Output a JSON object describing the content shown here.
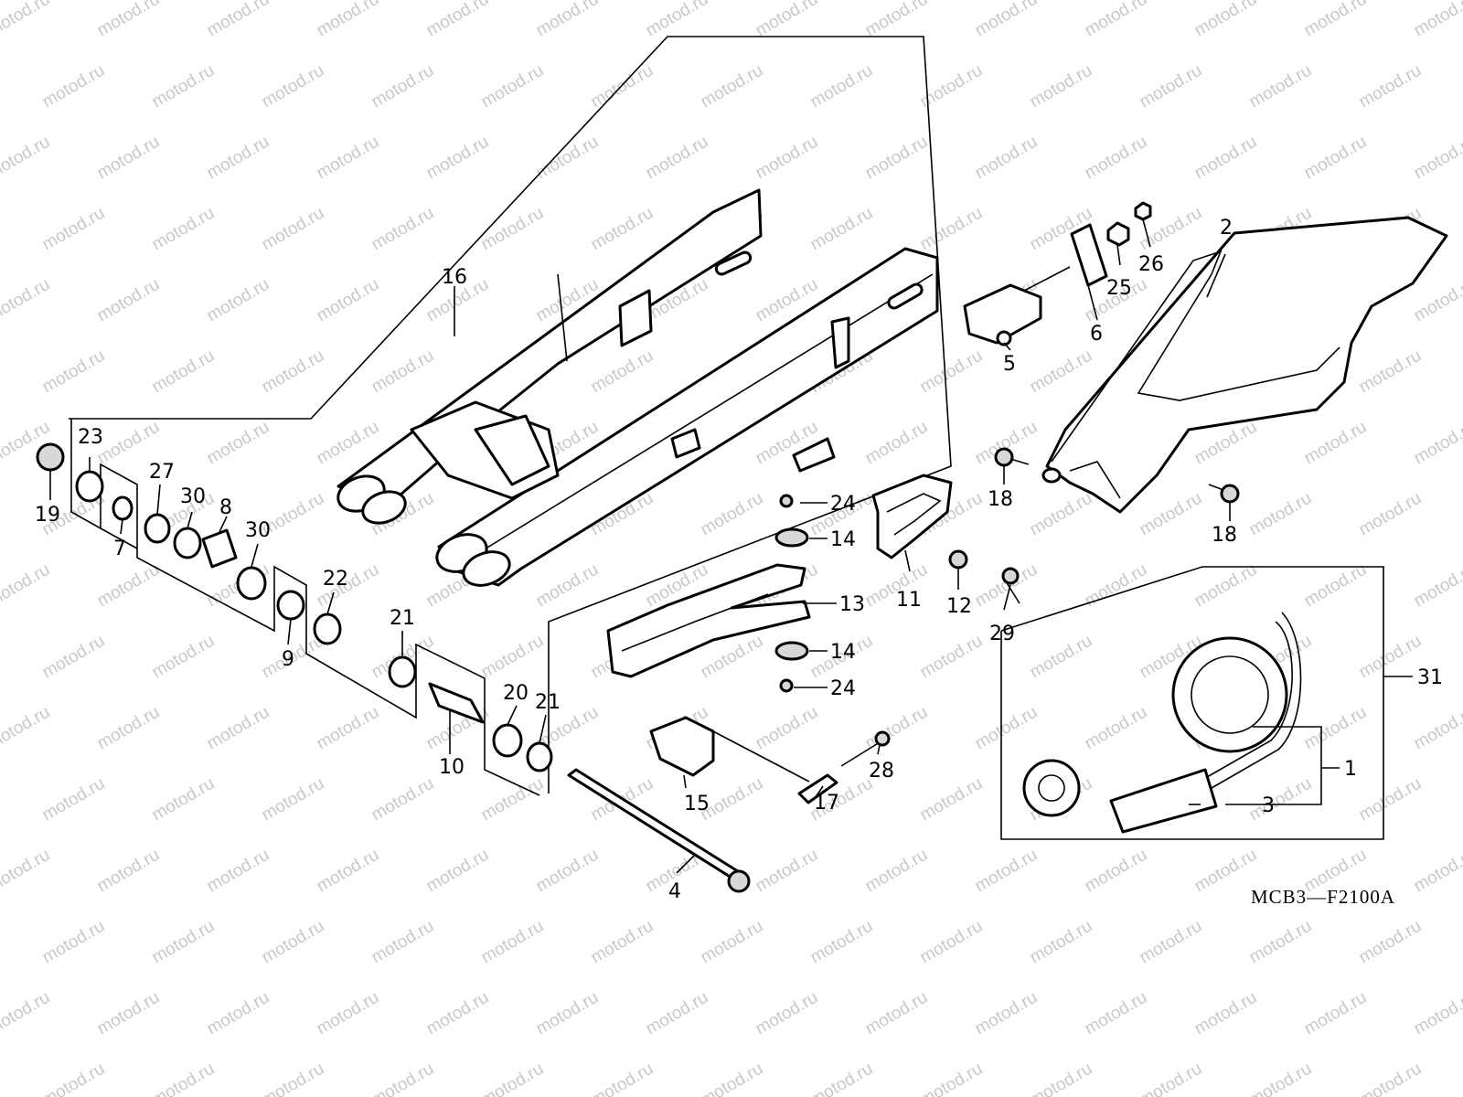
{
  "diagram_code": "MCB3—F2100A",
  "watermark_text": "motod.ru",
  "callouts": {
    "c1": "1",
    "c2": "2",
    "c3": "3",
    "c4": "4",
    "c5": "5",
    "c6": "6",
    "c7": "7",
    "c8": "8",
    "c9": "9",
    "c10": "10",
    "c11": "11",
    "c12": "12",
    "c13": "13",
    "c14a": "14",
    "c14b": "14",
    "c15": "15",
    "c16": "16",
    "c17": "17",
    "c18a": "18",
    "c18b": "18",
    "c19": "19",
    "c20": "20",
    "c21a": "21",
    "c21b": "21",
    "c22": "22",
    "c23": "23",
    "c24a": "24",
    "c24b": "24",
    "c25": "25",
    "c26": "26",
    "c27": "27",
    "c28": "28",
    "c29": "29",
    "c30a": "30",
    "c30b": "30",
    "c31": "31"
  }
}
